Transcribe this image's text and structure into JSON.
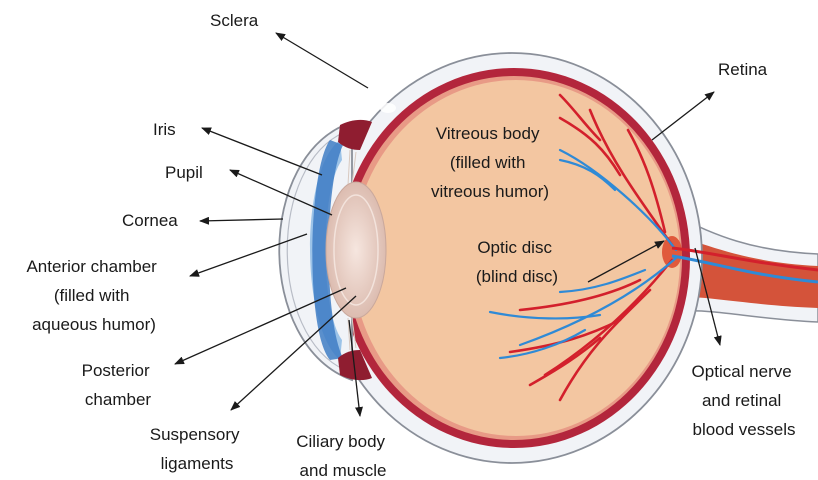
{
  "labels": {
    "sclera": "Sclera",
    "retina": "Retina",
    "iris": "Iris",
    "pupil": "Pupil",
    "cornea": "Cornea",
    "anterior_chamber": [
      "Anterior chamber",
      "(filled with",
      "aqueous humor)"
    ],
    "posterior_chamber": [
      "Posterior",
      "chamber"
    ],
    "suspensory_ligaments": [
      "Suspensory",
      "ligaments"
    ],
    "ciliary_body": [
      "Ciliary body",
      "and muscle"
    ],
    "optical_nerve": [
      "Optical nerve",
      "and retinal",
      "blood vessels"
    ],
    "vitreous_body": [
      "Vitreous body",
      "(filled with",
      "vitreous humor)"
    ],
    "optic_disc": [
      "Optic disc",
      "(blind disc)"
    ]
  },
  "colors": {
    "vitreous": "#f3c6a1",
    "choroid": "#b3263c",
    "sclera": "#f1f3f7",
    "outline": "#8a8f99",
    "iris": "#3f7cc4",
    "lens": "#ecd6cc",
    "artery": "#d3202c",
    "vein": "#2f8ad6"
  }
}
